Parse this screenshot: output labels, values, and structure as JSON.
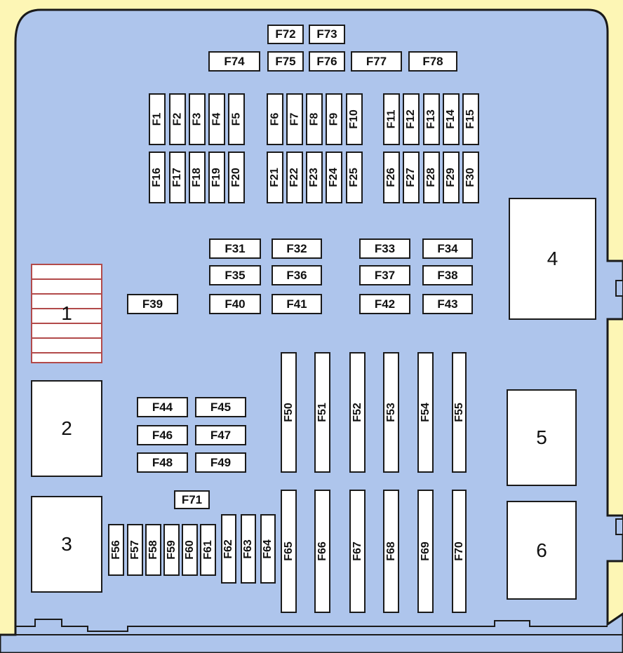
{
  "colors": {
    "background": "#fdf6b5",
    "board": "#aec5ec",
    "outline": "#1a1a1a",
    "fuse_fill": "#ffffff",
    "relay1_stripe": "#b24a4a"
  },
  "fuses": [
    {
      "id": "f72",
      "label": "F72"
    },
    {
      "id": "f73",
      "label": "F73"
    },
    {
      "id": "f74",
      "label": "F74"
    },
    {
      "id": "f75",
      "label": "F75"
    },
    {
      "id": "f76",
      "label": "F76"
    },
    {
      "id": "f77",
      "label": "F77"
    },
    {
      "id": "f78",
      "label": "F78"
    },
    {
      "id": "f1",
      "label": "F1"
    },
    {
      "id": "f2",
      "label": "F2"
    },
    {
      "id": "f3",
      "label": "F3"
    },
    {
      "id": "f4",
      "label": "F4"
    },
    {
      "id": "f5",
      "label": "F5"
    },
    {
      "id": "f6",
      "label": "F6"
    },
    {
      "id": "f7",
      "label": "F7"
    },
    {
      "id": "f8",
      "label": "F8"
    },
    {
      "id": "f9",
      "label": "F9"
    },
    {
      "id": "f10",
      "label": "F10"
    },
    {
      "id": "f11",
      "label": "F11"
    },
    {
      "id": "f12",
      "label": "F12"
    },
    {
      "id": "f13",
      "label": "F13"
    },
    {
      "id": "f14",
      "label": "F14"
    },
    {
      "id": "f15",
      "label": "F15"
    },
    {
      "id": "f16",
      "label": "F16"
    },
    {
      "id": "f17",
      "label": "F17"
    },
    {
      "id": "f18",
      "label": "F18"
    },
    {
      "id": "f19",
      "label": "F19"
    },
    {
      "id": "f20",
      "label": "F20"
    },
    {
      "id": "f21",
      "label": "F21"
    },
    {
      "id": "f22",
      "label": "F22"
    },
    {
      "id": "f23",
      "label": "F23"
    },
    {
      "id": "f24",
      "label": "F24"
    },
    {
      "id": "f25",
      "label": "F25"
    },
    {
      "id": "f26",
      "label": "F26"
    },
    {
      "id": "f27",
      "label": "F27"
    },
    {
      "id": "f28",
      "label": "F28"
    },
    {
      "id": "f29",
      "label": "F29"
    },
    {
      "id": "f30",
      "label": "F30"
    },
    {
      "id": "f31",
      "label": "F31"
    },
    {
      "id": "f32",
      "label": "F32"
    },
    {
      "id": "f33",
      "label": "F33"
    },
    {
      "id": "f34",
      "label": "F34"
    },
    {
      "id": "f35",
      "label": "F35"
    },
    {
      "id": "f36",
      "label": "F36"
    },
    {
      "id": "f37",
      "label": "F37"
    },
    {
      "id": "f38",
      "label": "F38"
    },
    {
      "id": "f39",
      "label": "F39"
    },
    {
      "id": "f40",
      "label": "F40"
    },
    {
      "id": "f41",
      "label": "F41"
    },
    {
      "id": "f42",
      "label": "F42"
    },
    {
      "id": "f43",
      "label": "F43"
    },
    {
      "id": "f44",
      "label": "F44"
    },
    {
      "id": "f45",
      "label": "F45"
    },
    {
      "id": "f46",
      "label": "F46"
    },
    {
      "id": "f47",
      "label": "F47"
    },
    {
      "id": "f48",
      "label": "F48"
    },
    {
      "id": "f49",
      "label": "F49"
    },
    {
      "id": "f50",
      "label": "F50"
    },
    {
      "id": "f51",
      "label": "F51"
    },
    {
      "id": "f52",
      "label": "F52"
    },
    {
      "id": "f53",
      "label": "F53"
    },
    {
      "id": "f54",
      "label": "F54"
    },
    {
      "id": "f55",
      "label": "F55"
    },
    {
      "id": "f56",
      "label": "F56"
    },
    {
      "id": "f57",
      "label": "F57"
    },
    {
      "id": "f58",
      "label": "F58"
    },
    {
      "id": "f59",
      "label": "F59"
    },
    {
      "id": "f60",
      "label": "F60"
    },
    {
      "id": "f61",
      "label": "F61"
    },
    {
      "id": "f62",
      "label": "F62"
    },
    {
      "id": "f63",
      "label": "F63"
    },
    {
      "id": "f64",
      "label": "F64"
    },
    {
      "id": "f65",
      "label": "F65"
    },
    {
      "id": "f66",
      "label": "F66"
    },
    {
      "id": "f67",
      "label": "F67"
    },
    {
      "id": "f68",
      "label": "F68"
    },
    {
      "id": "f69",
      "label": "F69"
    },
    {
      "id": "f70",
      "label": "F70"
    },
    {
      "id": "f71",
      "label": "F71"
    }
  ],
  "relays": [
    {
      "id": "r1",
      "label": "1"
    },
    {
      "id": "r2",
      "label": "2"
    },
    {
      "id": "r3",
      "label": "3"
    },
    {
      "id": "r4",
      "label": "4"
    },
    {
      "id": "r5",
      "label": "5"
    },
    {
      "id": "r6",
      "label": "6"
    }
  ]
}
